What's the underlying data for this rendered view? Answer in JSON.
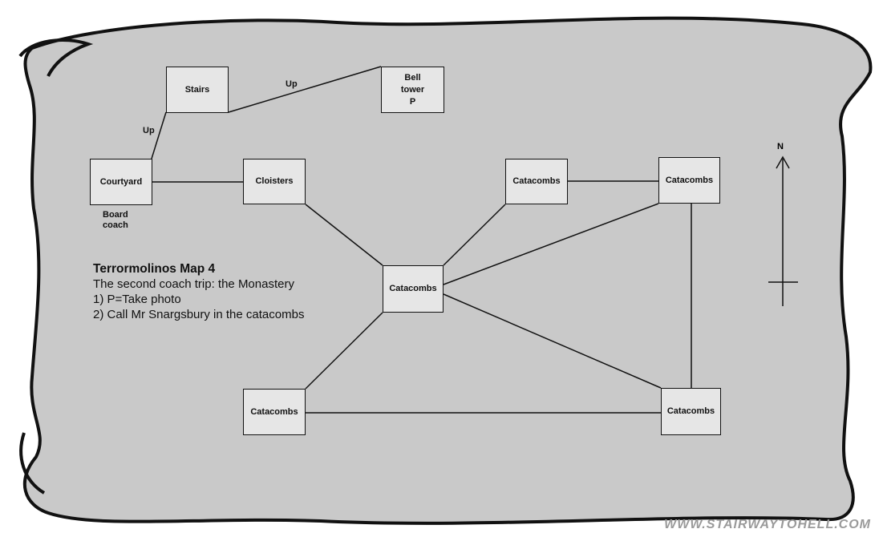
{
  "title": "Terrormolinos Map 4",
  "subtitle": "The second coach trip: the Monastery",
  "notes": [
    "1) P=Take photo",
    "2) Call Mr Snargsbury in the catacombs"
  ],
  "rooms": {
    "stairs": {
      "label": "Stairs"
    },
    "bell_tower": {
      "label": "Bell tower",
      "line1": "Bell",
      "line2": "tower",
      "marker": "P"
    },
    "courtyard": {
      "label": "Courtyard"
    },
    "cloisters": {
      "label": "Cloisters"
    },
    "catacombs_top": {
      "label": "Catacombs"
    },
    "catacombs_top_right": {
      "label": "Catacombs"
    },
    "catacombs_center": {
      "label": "Catacombs"
    },
    "catacombs_bottom_left": {
      "label": "Catacombs"
    },
    "catacombs_bottom_right": {
      "label": "Catacombs"
    }
  },
  "connections": [
    {
      "from": "courtyard",
      "to": "stairs",
      "label": "Up"
    },
    {
      "from": "stairs",
      "to": "bell_tower",
      "label": "Up"
    },
    {
      "from": "courtyard",
      "to": "cloisters"
    },
    {
      "from": "cloisters",
      "to": "catacombs_center"
    },
    {
      "from": "catacombs_top",
      "to": "catacombs_center"
    },
    {
      "from": "catacombs_top",
      "to": "catacombs_top_right"
    },
    {
      "from": "catacombs_top_right",
      "to": "catacombs_center"
    },
    {
      "from": "catacombs_top_right",
      "to": "catacombs_bottom_right"
    },
    {
      "from": "catacombs_center",
      "to": "catacombs_bottom_left"
    },
    {
      "from": "catacombs_center",
      "to": "catacombs_bottom_right"
    },
    {
      "from": "catacombs_bottom_left",
      "to": "catacombs_bottom_right"
    }
  ],
  "courtyard_note": {
    "line1": "Board",
    "line2": "coach"
  },
  "compass": {
    "label": "N"
  },
  "watermark": "WWW.STAIRWAYTOHELL.COM",
  "colors": {
    "parchment": "#c9c9c9",
    "ink": "#111111"
  }
}
